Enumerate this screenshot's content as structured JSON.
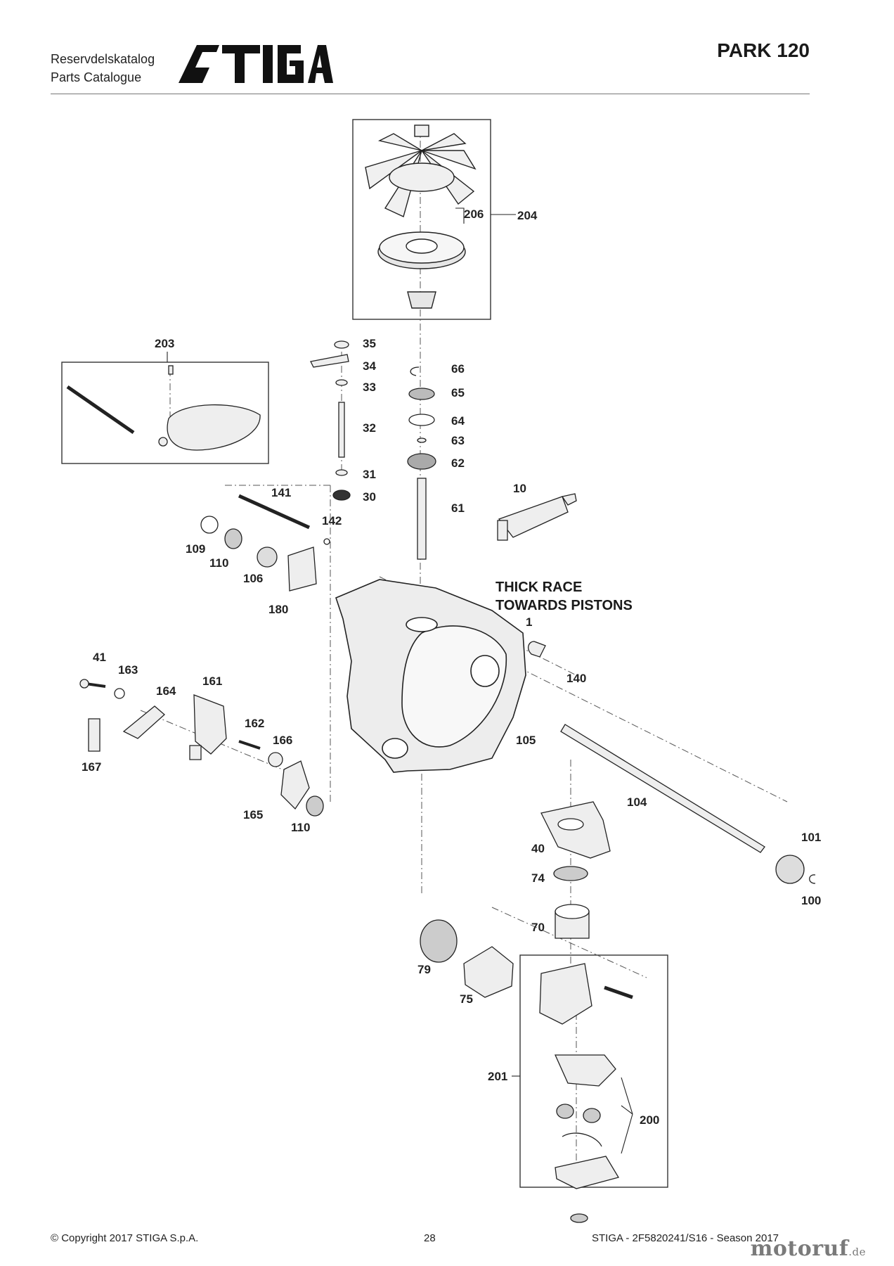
{
  "header": {
    "catalog_line1": "Reservdelskatalog",
    "catalog_line2": "Parts Catalogue",
    "brand": "STIGA",
    "model": "PARK 120"
  },
  "diagram": {
    "note_line1": "THICK RACE",
    "note_line2": "TOWARDS PISTONS",
    "labels": {
      "p1": "1",
      "p10": "10",
      "p30": "30",
      "p31": "31",
      "p32": "32",
      "p33": "33",
      "p34": "34",
      "p35": "35",
      "p40": "40",
      "p41": "41",
      "p61": "61",
      "p62": "62",
      "p63": "63",
      "p64": "64",
      "p65": "65",
      "p66": "66",
      "p70": "70",
      "p74": "74",
      "p75": "75",
      "p79": "79",
      "p100": "100",
      "p101": "101",
      "p104": "104",
      "p105": "105",
      "p106": "106",
      "p109": "109",
      "p110a": "110",
      "p110b": "110",
      "p140": "140",
      "p141": "141",
      "p142": "142",
      "p161": "161",
      "p162": "162",
      "p163": "163",
      "p164": "164",
      "p165": "165",
      "p166": "166",
      "p167": "167",
      "p180": "180",
      "p200": "200",
      "p201": "201",
      "p203": "203",
      "p204": "204",
      "p206": "206"
    }
  },
  "footer": {
    "copyright": "© Copyright 2017 STIGA S.p.A.",
    "page": "28",
    "doc_ref": "STIGA - 2F5820241/S16 - Season 2017",
    "watermark": "motoruf",
    "watermark_tld": ".de"
  }
}
